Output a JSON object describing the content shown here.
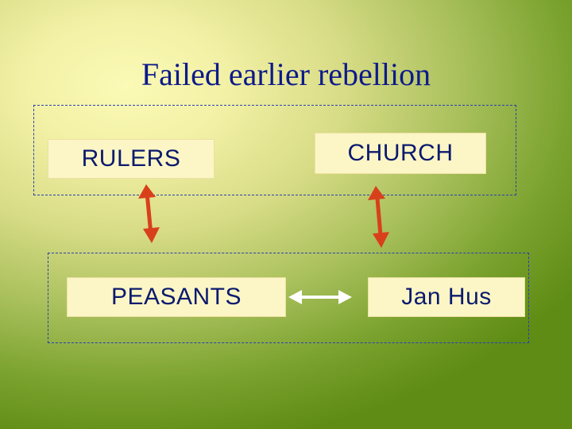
{
  "slide": {
    "title": "Failed earlier rebellion"
  },
  "nodes": {
    "rulers": "RULERS",
    "church": "CHURCH",
    "peasants": "PEASANTS",
    "jan_hus": "Jan Hus"
  },
  "edges": [
    {
      "from": "rulers",
      "to": "peasants",
      "style": "double-arrow",
      "color": "#d8401c"
    },
    {
      "from": "church",
      "to": "jan_hus",
      "style": "double-arrow",
      "color": "#d8401c"
    },
    {
      "from": "peasants",
      "to": "jan_hus",
      "style": "double-arrow",
      "color": "#ffffff"
    }
  ],
  "groups": [
    {
      "members": [
        "rulers",
        "church"
      ],
      "border": "dashed",
      "color": "#2a3fb0"
    },
    {
      "members": [
        "peasants",
        "jan_hus"
      ],
      "border": "dashed",
      "color": "#2a3fb0"
    }
  ],
  "colors": {
    "title": "#0d1a8a",
    "box_fill": "#fcf6c6",
    "box_text": "#0b1a6e",
    "vertical_arrow": "#d8401c",
    "horizontal_arrow": "#ffffff"
  }
}
